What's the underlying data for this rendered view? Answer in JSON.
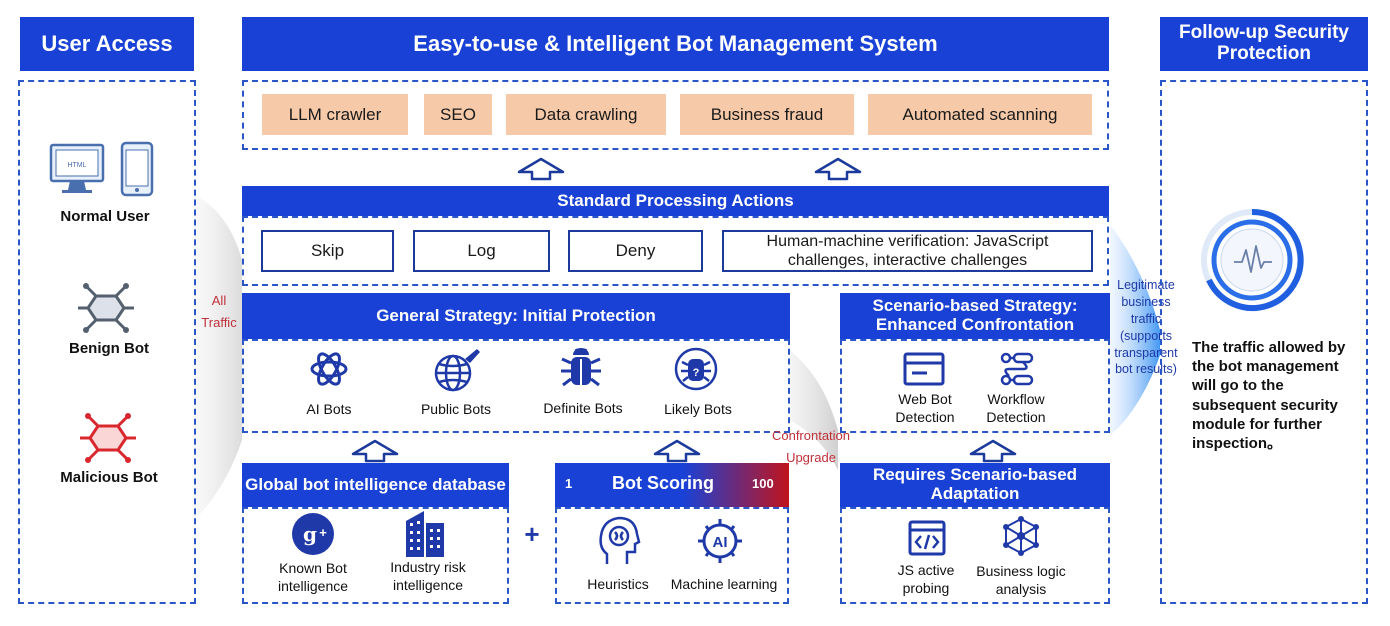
{
  "user_access": {
    "title": "User Access",
    "users": [
      {
        "label": "Normal User",
        "icon": "computer-phone-icon",
        "screen_text": "HTML"
      },
      {
        "label": "Benign Bot",
        "icon": "benign-bot-icon"
      },
      {
        "label": "Malicious Bot",
        "icon": "malicious-bot-icon"
      }
    ],
    "traffic_label": [
      "All",
      "Traffic"
    ]
  },
  "system": {
    "title": "Easy-to-use & Intelligent Bot Management System",
    "use_cases": [
      "LLM crawler",
      "SEO",
      "Data crawling",
      "Business fraud",
      "Automated scanning"
    ]
  },
  "actions": {
    "title": "Standard Processing Actions",
    "items": [
      "Skip",
      "Log",
      "Deny",
      "Human-machine verification: JavaScript challenges, interactive challenges"
    ]
  },
  "general_strategy": {
    "title": "General Strategy: Initial Protection",
    "items": [
      {
        "label": "AI Bots",
        "icon": "ai-bots-icon"
      },
      {
        "label": "Public Bots",
        "icon": "public-bots-icon"
      },
      {
        "label": "Definite Bots",
        "icon": "definite-bots-icon"
      },
      {
        "label": "Likely Bots",
        "icon": "likely-bots-icon"
      }
    ]
  },
  "scenario_strategy": {
    "title": "Scenario-based Strategy: Enhanced Confrontation",
    "items": [
      {
        "label": "Web Bot Detection",
        "icon": "web-bot-icon"
      },
      {
        "label": "Workflow Detection",
        "icon": "workflow-icon"
      }
    ]
  },
  "confrontation_label": [
    "Confrontation",
    "Upgrade"
  ],
  "intel_db": {
    "title": "Global bot intelligence database",
    "items": [
      {
        "label": "Known Bot intelligence",
        "icon": "google-plus-icon"
      },
      {
        "label": "Industry risk intelligence",
        "icon": "building-icon"
      }
    ]
  },
  "plus_sign": "+",
  "bot_scoring": {
    "title": "Bot Scoring",
    "min": "1",
    "max": "100",
    "items": [
      {
        "label": "Heuristics",
        "icon": "brain-icon"
      },
      {
        "label": "Machine learning",
        "icon": "ai-chip-icon"
      }
    ]
  },
  "scenario_adaptation": {
    "title": "Requires Scenario-based Adaptation",
    "items": [
      {
        "label": "JS active probing",
        "icon": "code-window-icon"
      },
      {
        "label": "Business logic analysis",
        "icon": "network-cube-icon"
      }
    ]
  },
  "legit_traffic": "Legitimate business traffic (supports transparent bot results)",
  "follow_up": {
    "title": "Follow-up Security Protection",
    "description": "The traffic allowed by the bot management will go to the subsequent security module for further inspection。"
  },
  "colors": {
    "primary": "#1a41d6",
    "dashed": "#2a56c8",
    "peach": "#f6c9a8",
    "red": "#c0303a",
    "score_end": "#c0141c"
  }
}
